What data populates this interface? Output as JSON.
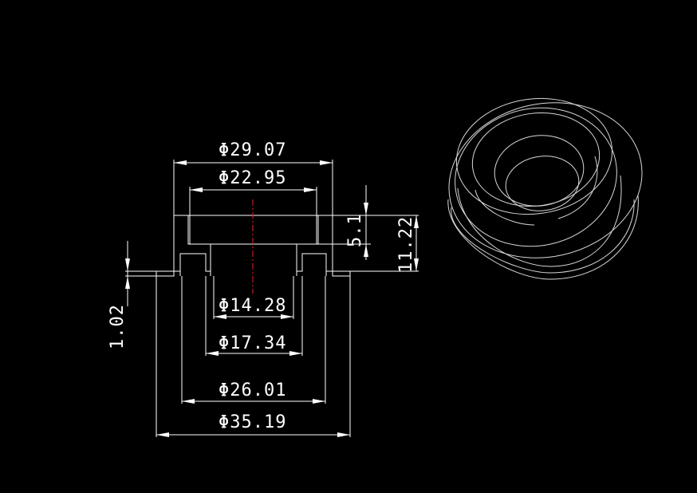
{
  "colors": {
    "background": "#000000",
    "lines": "#ffffff",
    "centerline": "#e01010",
    "hatch": "#ffffff"
  },
  "dimensions": {
    "d_29_07": "Φ29.07",
    "d_22_95": "Φ22.95",
    "d_14_28": "Φ14.28",
    "d_17_34": "Φ17.34",
    "d_26_01": "Φ26.01",
    "d_35_19": "Φ35.19",
    "h_5_1": "5.1",
    "h_11_22": "11.22",
    "h_1_02": "1.02"
  }
}
